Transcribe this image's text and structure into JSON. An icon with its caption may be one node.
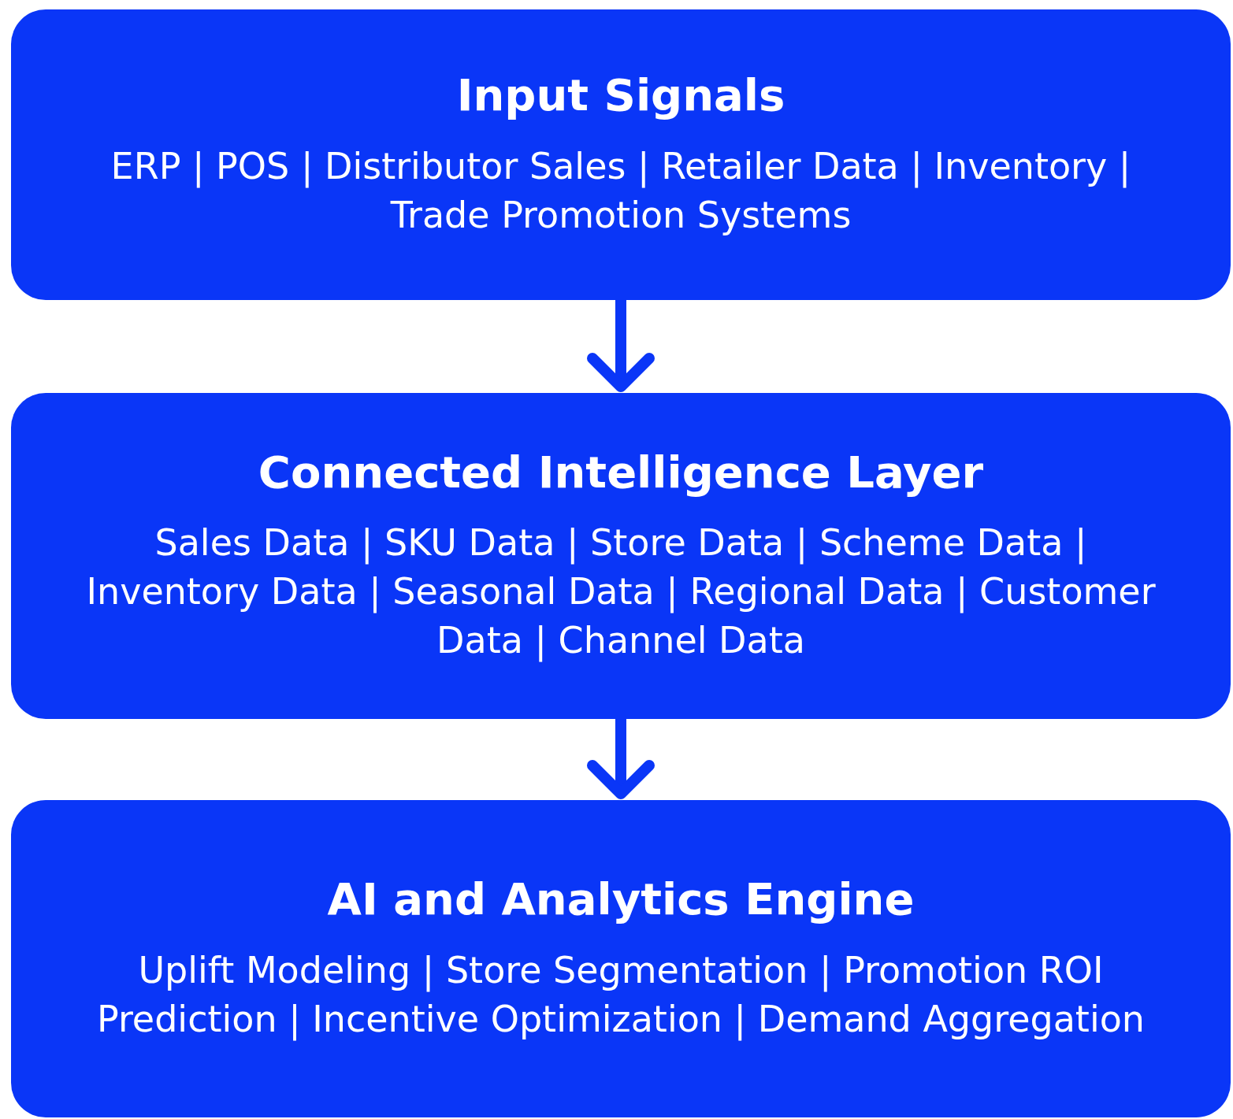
{
  "diagram": {
    "nodes": [
      {
        "text": [
          "Input Signals",
          "ERP | POS | Distributor Sales | Retailer Data | Inventory | Trade Promotion Systems"
        ]
      },
      {
        "text": [
          "Connected Intelligence Layer",
          "Sales Data | SKU Data | Store Data | Scheme Data | Inventory Data | Seasonal Data | Regional Data | Customer Data | Channel Data"
        ]
      },
      {
        "text": [
          "AI and Analytics Engine",
          "Uplift Modeling | Store Segmentation | Promotion ROI Prediction | Incentive Optimization | Demand Aggregation"
        ]
      }
    ],
    "edges": [
      {
        "from": 0,
        "to": 1,
        "arrow": "to"
      },
      {
        "from": 1,
        "to": 2,
        "arrow": "to"
      }
    ]
  }
}
